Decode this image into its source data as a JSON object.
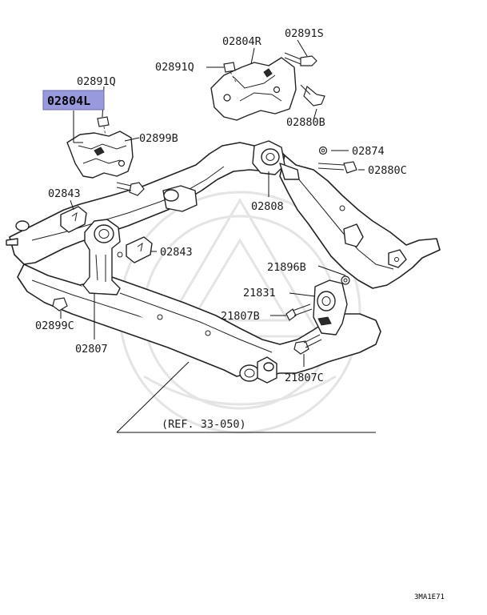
{
  "labels": {
    "p02804R": "02804R",
    "p02891S": "02891S",
    "p02891Q_top": "02891Q",
    "p02880B": "02880B",
    "p02891Q_left": "02891Q",
    "p02804L": "02804L",
    "p02899B": "02899B",
    "p02874": "02874",
    "p02880C": "02880C",
    "p02843_left": "02843",
    "p02808": "02808",
    "p02843_mid": "02843",
    "p21896B": "21896B",
    "p21831": "21831",
    "p21807B": "21807B",
    "p02899C": "02899C",
    "p02807": "02807",
    "p21807C": "21807C",
    "ref": "(REF. 33-050)"
  },
  "highlight_color": "#9999dd",
  "diagram_code": "3MA1E71"
}
